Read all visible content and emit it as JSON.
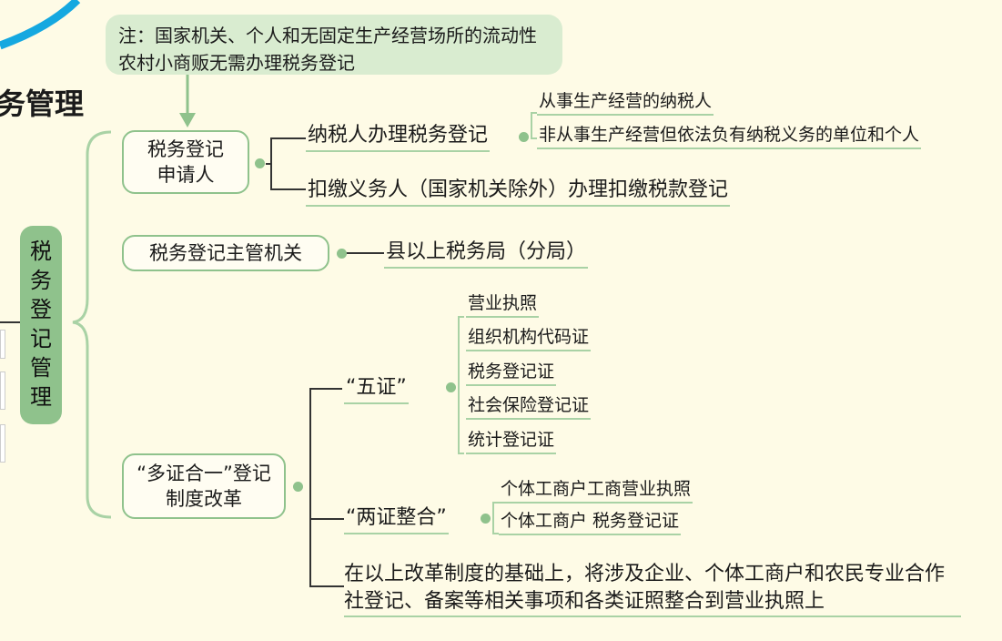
{
  "header": {
    "title_fragment": "务管理"
  },
  "root": {
    "label": "税务登记管理"
  },
  "note": {
    "text": "注：国家机关、个人和无固定生产经营场所的流动性农村小商贩无需办理税务登记"
  },
  "applicants": {
    "label": "税务登记申请人",
    "taxpayer": {
      "label": "纳税人办理税务登记",
      "sub": [
        "从事生产经营的纳税人",
        "非从事生产经营但依法负有纳税义务的单位和个人"
      ]
    },
    "withholding": {
      "label": "扣缴义务人（国家机关除外）办理扣缴税款登记"
    }
  },
  "authority": {
    "label": "税务登记主管机关",
    "value": "县以上税务局（分局）"
  },
  "reform": {
    "label": "“多证合一”登记制度改革",
    "five": {
      "label": "“五证”",
      "items": [
        "营业执照",
        "组织机构代码证",
        "税务登记证",
        "社会保险登记证",
        "统计登记证"
      ]
    },
    "two": {
      "label": "“两证整合”",
      "items": [
        "个体工商户工商营业执照",
        "个体工商户 税务登记证"
      ]
    },
    "summary": "在以上改革制度的基础上，将涉及企业、个体工商户和农民专业合作社登记、备案等相关事项和各类证照整合到营业执照上"
  }
}
